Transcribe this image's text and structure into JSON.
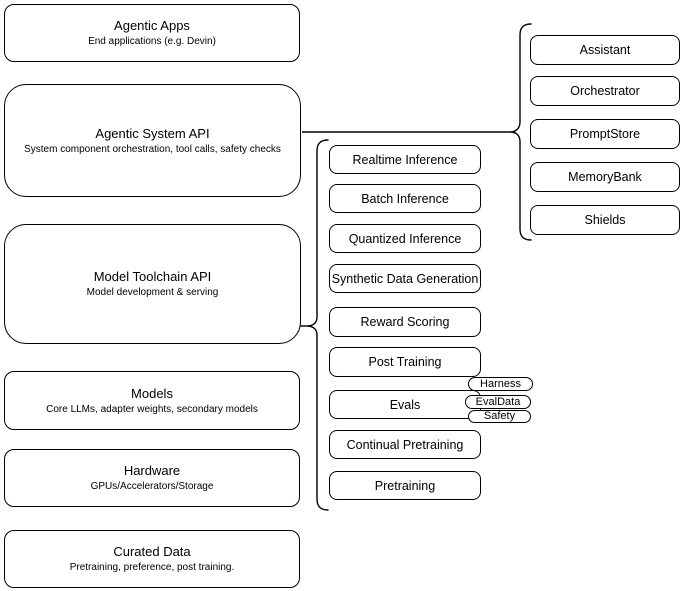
{
  "left_column": {
    "boxes": [
      {
        "title": "Agentic Apps",
        "subtitle": "End applications (e.g. Devin)"
      },
      {
        "title": "Agentic System API",
        "subtitle": "System component orchestration, tool calls, safety checks"
      },
      {
        "title": "Model Toolchain API",
        "subtitle": "Model development & serving"
      },
      {
        "title": "Models",
        "subtitle": "Core LLMs, adapter weights, secondary models"
      },
      {
        "title": "Hardware",
        "subtitle": "GPUs/Accelerators/Storage"
      },
      {
        "title": "Curated Data",
        "subtitle": "Pretraining, preference, post training."
      }
    ]
  },
  "toolchain_components": {
    "items": [
      {
        "label": "Realtime Inference"
      },
      {
        "label": "Batch Inference"
      },
      {
        "label": "Quantized Inference"
      },
      {
        "label": "Synthetic Data Generation"
      },
      {
        "label": "Reward Scoring"
      },
      {
        "label": "Post Training"
      },
      {
        "label": "Evals"
      },
      {
        "label": "Continual Pretraining"
      },
      {
        "label": "Pretraining"
      }
    ]
  },
  "system_components": {
    "items": [
      {
        "label": "Assistant"
      },
      {
        "label": "Orchestrator"
      },
      {
        "label": "PromptStore"
      },
      {
        "label": "MemoryBank"
      },
      {
        "label": "Shields"
      }
    ]
  },
  "eval_tags": {
    "items": [
      {
        "label": "Harness"
      },
      {
        "label": "EvalData"
      },
      {
        "label": "Safety"
      }
    ]
  },
  "colors": {
    "stroke": "#000000",
    "fill": "#ffffff",
    "background": "#ffffff",
    "text": "#000000"
  }
}
